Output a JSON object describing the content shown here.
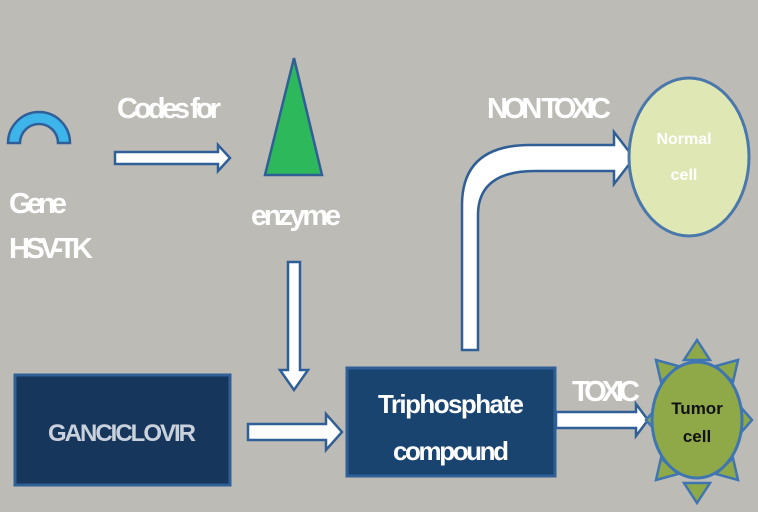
{
  "colors": {
    "background": "#bdbbb6",
    "gene": "#3db4ea",
    "enzyme": "#2db85c",
    "outline": "#2f5f96",
    "ganciclovir_box": "#16365c",
    "triphosphate_box": "#1a4470",
    "normal_cell": "#dfe8b5",
    "tumor_cell": "#8fa948"
  },
  "gene": {
    "line1": "Gene",
    "line2": "HSV-TK"
  },
  "codes_for": "Codes for",
  "enzyme": "enzyme",
  "ganciclovir": "GANCICLOVIR",
  "triphosphate": {
    "line1": "Triphosphate",
    "line2": "compound"
  },
  "non_toxic": "NON TOXIC",
  "toxic": "TOXIC",
  "normal_cell": {
    "line1": "Normal",
    "line2": "cell"
  },
  "tumor_cell": {
    "line1": "Tumor",
    "line2": "cell"
  }
}
